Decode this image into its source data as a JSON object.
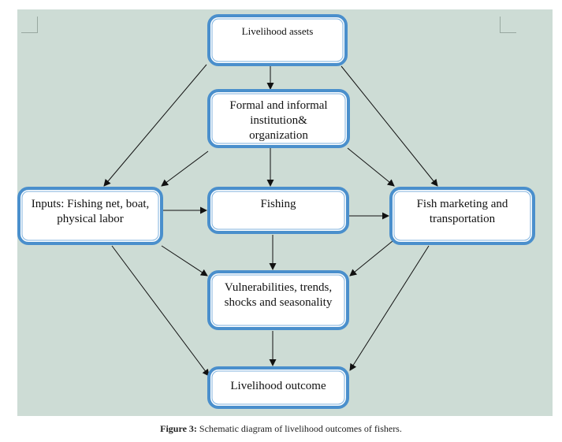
{
  "figure": {
    "caption_label": "Figure 3:",
    "caption_text": " Schematic diagram of livelihood outcomes of fishers.",
    "colors": {
      "background_panel": "#cddcd5",
      "node_border": "#4a8fcc",
      "node_fill": "#ffffff",
      "arrow": "#111111"
    }
  },
  "nodes": {
    "assets": "Livelihood assets",
    "institution": "Formal and informal\ninstitution&\norganization",
    "inputs": "Inputs: Fishing net, boat,\nphysical labor",
    "fishing": "Fishing",
    "marketing": "Fish marketing and\ntransportation",
    "vulnerabilities": "Vulnerabilities, trends,\nshocks and seasonality",
    "outcome": "Livelihood outcome"
  },
  "edges": [
    {
      "from": "assets",
      "to": "institution"
    },
    {
      "from": "assets",
      "to": "inputs"
    },
    {
      "from": "assets",
      "to": "marketing"
    },
    {
      "from": "institution",
      "to": "inputs"
    },
    {
      "from": "institution",
      "to": "fishing"
    },
    {
      "from": "institution",
      "to": "marketing"
    },
    {
      "from": "inputs",
      "to": "fishing"
    },
    {
      "from": "fishing",
      "to": "marketing"
    },
    {
      "from": "fishing",
      "to": "vulnerabilities"
    },
    {
      "from": "inputs",
      "to": "vulnerabilities"
    },
    {
      "from": "marketing",
      "to": "vulnerabilities"
    },
    {
      "from": "inputs",
      "to": "outcome"
    },
    {
      "from": "marketing",
      "to": "outcome"
    },
    {
      "from": "vulnerabilities",
      "to": "outcome"
    }
  ]
}
